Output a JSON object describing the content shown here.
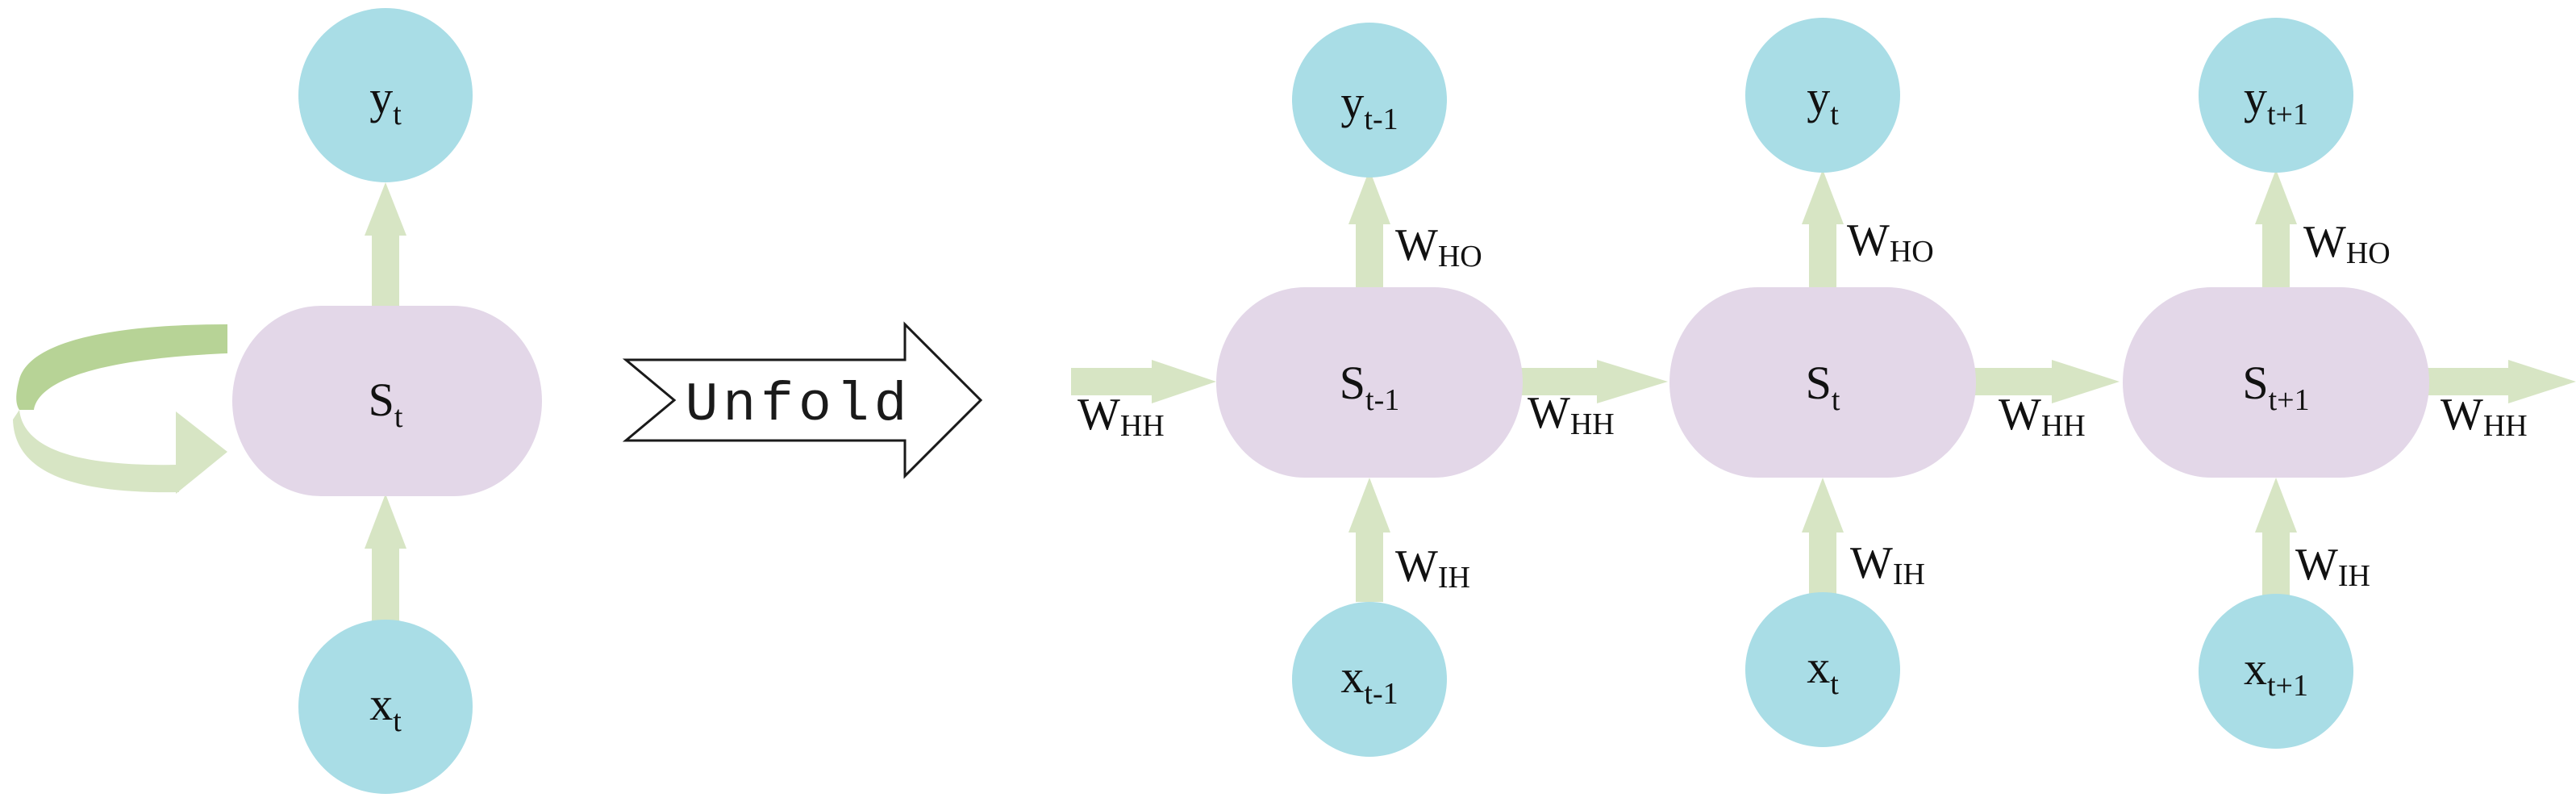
{
  "colors": {
    "io_node": "#a9dde6",
    "state_node": "#e3d7e8",
    "arrow": "#d7e5c4",
    "loop_dark": "#b7d396",
    "text": "#111111"
  },
  "folded": {
    "output": {
      "base": "y",
      "sub": "t"
    },
    "state": {
      "base": "S",
      "sub": "t"
    },
    "input": {
      "base": "x",
      "sub": "t"
    }
  },
  "unfold_label": "Unfold",
  "unfolded": {
    "steps": [
      {
        "output": {
          "base": "y",
          "sub": "t-1"
        },
        "state": {
          "base": "S",
          "sub": "t-1"
        },
        "input": {
          "base": "x",
          "sub": "t-1"
        },
        "w_out": {
          "base": "W",
          "sub": "HO"
        },
        "w_in": {
          "base": "W",
          "sub": "IH"
        },
        "w_prev": {
          "base": "W",
          "sub": "HH"
        },
        "w_next": {
          "base": "W",
          "sub": "HH"
        }
      },
      {
        "output": {
          "base": "y",
          "sub": "t"
        },
        "state": {
          "base": "S",
          "sub": "t"
        },
        "input": {
          "base": "x",
          "sub": "t"
        },
        "w_out": {
          "base": "W",
          "sub": "HO"
        },
        "w_in": {
          "base": "W",
          "sub": "IH"
        },
        "w_next": {
          "base": "W",
          "sub": "HH"
        }
      },
      {
        "output": {
          "base": "y",
          "sub": "t+1"
        },
        "state": {
          "base": "S",
          "sub": "t+1"
        },
        "input": {
          "base": "x",
          "sub": "t+1"
        },
        "w_out": {
          "base": "W",
          "sub": "HO"
        },
        "w_in": {
          "base": "W",
          "sub": "IH"
        },
        "w_next": {
          "base": "W",
          "sub": "HH"
        }
      }
    ]
  }
}
